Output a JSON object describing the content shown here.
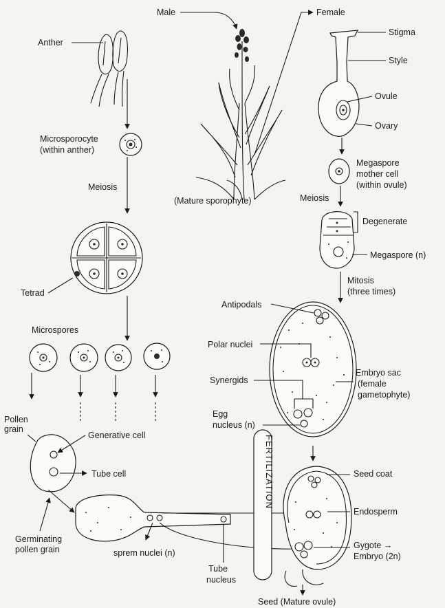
{
  "labels": {
    "male": "Male",
    "female": "Female",
    "anther": "Anther",
    "stigma": "Stigma",
    "style": "Style",
    "ovule": "Ovule",
    "ovary": "Ovary",
    "microsporocyte_1": "Microsporocyte",
    "microsporocyte_2": "(within anther)",
    "mature_sporophyte": "(Mature sporophyte)",
    "megaspore_1": "Megaspore",
    "megaspore_2": "mother cell",
    "megaspore_3": "(within ovule)",
    "meiosis_left": "Meiosis",
    "meiosis_right": "Meiosis",
    "degenerate": "Degenerate",
    "megaspore_n": "Megaspore (n)",
    "tetrad": "Tetrad",
    "mitosis_1": "Mitosis",
    "mitosis_2": "(three times)",
    "antipodals": "Antipodals",
    "microspores": "Microspores",
    "polar_nuclei": "Polar nuclei",
    "synergids": "Synergids",
    "embryo_sac_1": "Embryo sac",
    "embryo_sac_2": "(female",
    "embryo_sac_3": "gametophyte)",
    "egg_1": "Egg",
    "egg_2": "nucleus (n)",
    "pollen_1": "Pollen",
    "pollen_2": "grain",
    "generative_cell": "Generative cell",
    "tube_cell": "Tube cell",
    "seed_coat": "Seed coat",
    "endosperm": "Endosperm",
    "fertilization": "FERTILIZATION",
    "germinating_1": "Germinating",
    "germinating_2": "pollen grain",
    "sperm_nuclei": "sprem nuclei (n)",
    "zygote_1": "Gygote →",
    "zygote_2": "Embryo (2n)",
    "tube_nucleus_1": "Tube",
    "tube_nucleus_2": "nucleus",
    "seed": "Seed (Mature ovule)"
  },
  "colors": {
    "ink": "#1a1a1a",
    "paper": "#f4f4f1"
  }
}
